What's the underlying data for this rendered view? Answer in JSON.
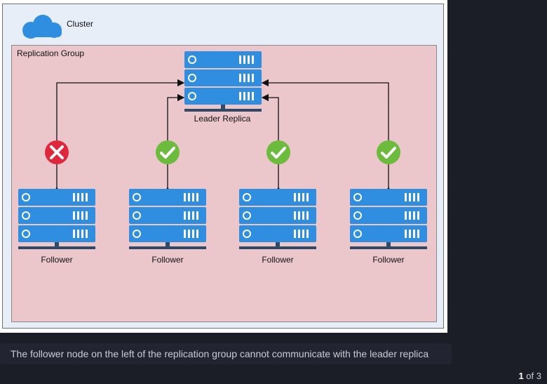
{
  "cluster": {
    "label": "Cluster",
    "icon": "cloud-icon"
  },
  "group": {
    "label": "Replication Group"
  },
  "leader": {
    "label": "Leader Replica",
    "icon": "server-rack-icon"
  },
  "followers": [
    {
      "label": "Follower",
      "status": "disconnected",
      "status_icon": "x-circle-icon"
    },
    {
      "label": "Follower",
      "status": "connected",
      "status_icon": "check-circle-icon"
    },
    {
      "label": "Follower",
      "status": "connected",
      "status_icon": "check-circle-icon"
    },
    {
      "label": "Follower",
      "status": "connected",
      "status_icon": "check-circle-icon"
    }
  ],
  "caption": "The follower node on the left of the replication group cannot communicate with the leader replica",
  "pager": {
    "current": "1",
    "separator": "of",
    "total": "3"
  },
  "colors": {
    "server": "#2f8ee0",
    "server_base": "#2e4a66",
    "cloud": "#2f8ee0",
    "error": "#e0283c",
    "ok": "#6cbb3c",
    "group_bg": "#ebc7cc",
    "cluster_bg": "#e8eef7"
  }
}
